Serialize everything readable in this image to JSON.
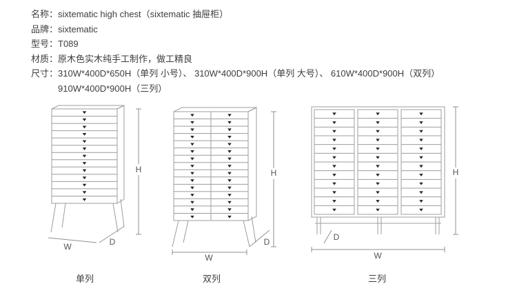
{
  "specs": {
    "name": "名称：sixtematic high chest（sixtematic 抽屉柜）",
    "brand": "品牌：sixtematic",
    "model": "型号：T089",
    "material": "材质：原木色实木纯手工制作，做工精良",
    "size_line_1": "尺寸：310W*400D*650H（单列 小号）、 310W*400D*900H（单列 大号）、 610W*400D*900H（双列）",
    "size_line_2": "910W*400D*900H（三列）"
  },
  "diagrams": [
    {
      "caption": "单列",
      "columns": 1,
      "drawer_rows": 13,
      "labels": {
        "height": "H",
        "width": "W",
        "depth": "D"
      }
    },
    {
      "caption": "双列",
      "columns": 2,
      "drawer_rows": 15,
      "labels": {
        "height": "H",
        "width": "W",
        "depth": "D"
      }
    },
    {
      "caption": "三列",
      "columns": 3,
      "drawer_rows": 12,
      "labels": {
        "height": "H",
        "width": "W",
        "depth": "D"
      }
    }
  ],
  "colors": {
    "line": "#9c9c9c",
    "handle": "#262626",
    "dimension_line": "#8f8f8f",
    "dimension_text": "#555555",
    "body_text": "#3d3d3d"
  }
}
